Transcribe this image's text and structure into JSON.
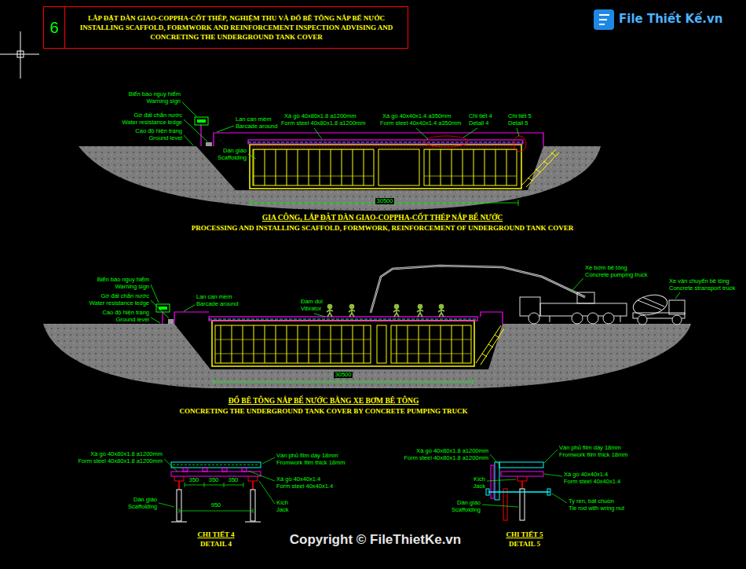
{
  "diagram": {
    "nodes": [
      {
        "text": [
          "6",
          "LẮP ĐẶT DÀN GIAO-COPPHA-CỐT THÉP, NGHIỆM THU VÀ ĐỔ BÊ TÔNG NẮP BỂ NƯỚC",
          "INSTALLING SCAFFOLD, FORMWORK AND REINFORCEMENT INSPECTION ADVISING AND CONCRETING THE UNDERGROUND TANK COVER"
        ]
      }
    ],
    "labels": [
      "Biển báo nguy hiểm",
      "Warning sign",
      "Gờ đất chắn nước",
      "Water resistance ledge",
      "Cao độ hiện trạng",
      "Ground level",
      "Lan can mềm",
      "Barcade around",
      "Xà gồ 40x80x1.8 a1200mm",
      "Form steel 40x80x1.8 a1200mm",
      "Xà gồ 40x40x1.4 a350mm",
      "Form steel 40x40x1.4 a350mm",
      "Chi tiết 4",
      "Detail 4",
      "Chi tiết 5",
      "Detail 5",
      "Dàn giáo",
      "Scaffolding",
      "30500",
      "GIA CÔNG, LẮP ĐẶT DÀN GIAO-COPPHA-CỐT THÉP NẮP BỂ NƯỚC",
      "PROCESSING AND INSTALLING SCAFFOLD, FORMWORK, REINFORCEMENT OF UNDERGROUND TANK COVER",
      "Biển báo nguy hiểm",
      "Warning sign",
      "Gờ đất chắn nước",
      "Water resistance ledge",
      "Cao độ hiện trạng",
      "Ground level",
      "Lan can mềm",
      "Barcade around",
      "Đầm dùi",
      "Vibrator",
      "Xe bơm bê tông",
      "Concrete pumping truck",
      "Xe vận chuyển bê tông",
      "Concrete stransport truck",
      "30500",
      "ĐỔ BÊ TÔNG NẮP BỂ NƯỚC BẰNG XE BƠM BÊ TÔNG",
      "CONCRETING THE UNDERGROUND TANK COVER BY CONCRETE PUMPING TRUCK",
      "Xà gồ 40x80x1.8 a1200mm",
      "Form steel 40x80x1.8 a1200mm",
      "Ván phủ film dày 18mm",
      "Fromwork film thick 18mm",
      "Xà gồ 40x40x1.4",
      "Form steel 40x40x1.4",
      "Kích",
      "Jack",
      "Dàn giáo",
      "Scaffolding",
      "350",
      "350",
      "350",
      "950",
      "CHI TIẾT 4",
      "DETAIL 4",
      "Xà gồ 40x80x1.8 a1200mm",
      "Form steel 40x80x1.8 a1200mm",
      "Ván phủ film dày 18mm",
      "Fromwork film thick 18mm",
      "Xà gồ 40x40x1.4",
      "Form steel 40x40x1.4",
      "Kích",
      "Jack",
      "Dàn giáo",
      "Scaffolding",
      "Ty ren, bát chuồn",
      "Tie rod with wring nut",
      "CHI TIẾT 5",
      "DETAIL 5",
      "Copyright © FileThietKe.vn",
      "File Thiết Kế.vn"
    ]
  }
}
